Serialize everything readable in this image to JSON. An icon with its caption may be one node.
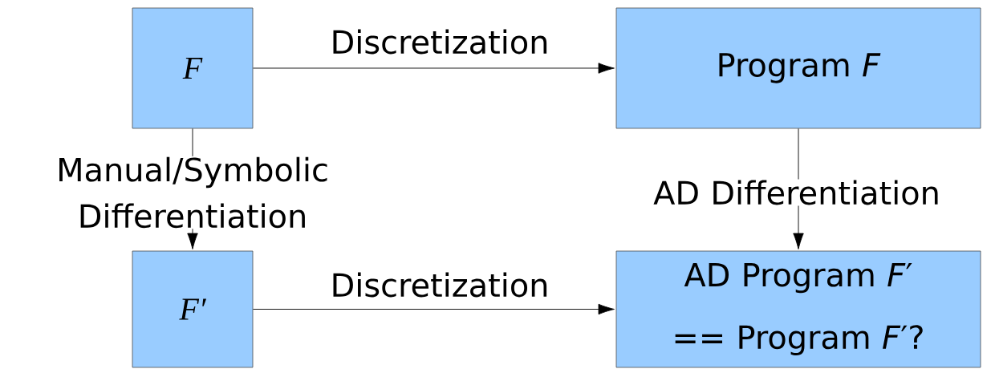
{
  "diagram": {
    "nodes": [
      {
        "text": [
          "F"
        ]
      },
      {
        "text": [
          "Program *F*"
        ]
      },
      {
        "text": [
          "F′"
        ]
      },
      {
        "text": [
          "AD Program *F*′ == Program *F*′?"
        ]
      }
    ],
    "edges": [
      {
        "from": 0,
        "to": 1,
        "arrow": "to",
        "label": "Discretization"
      },
      {
        "from": 0,
        "to": 2,
        "arrow": "to",
        "label": "Manual/Symbolic Differentiation"
      },
      {
        "from": 1,
        "to": 3,
        "arrow": "to",
        "label": "AD Differentiation"
      },
      {
        "from": 2,
        "to": 3,
        "arrow": "to",
        "label": "Discretization"
      }
    ]
  }
}
